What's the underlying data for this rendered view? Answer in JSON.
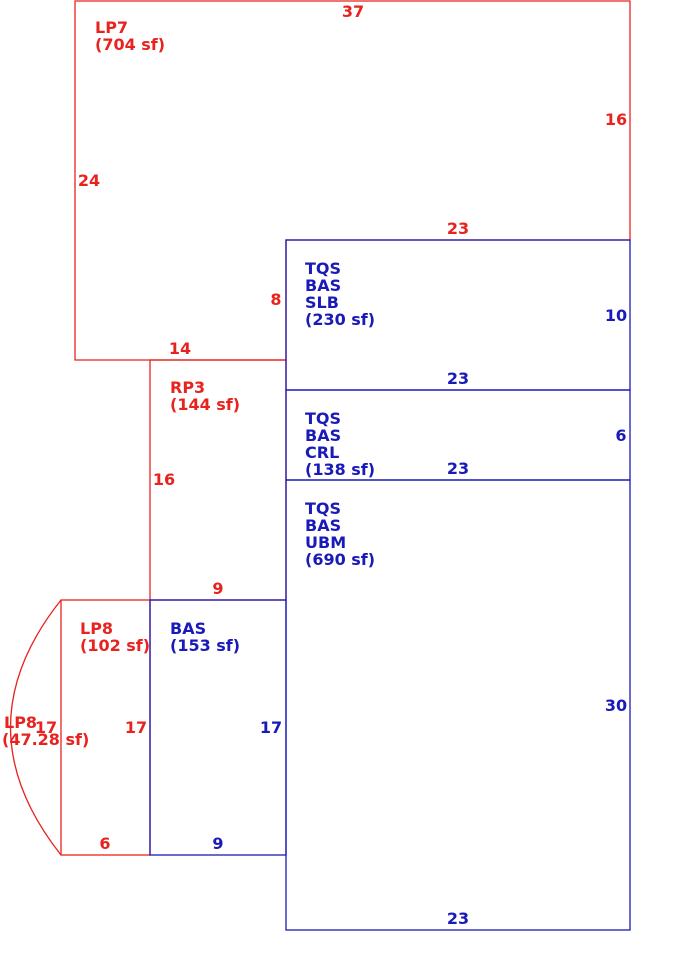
{
  "colors": {
    "red": "#e8231f",
    "blue": "#1a1ab8"
  },
  "areas": {
    "lp7": {
      "name": "LP7",
      "area": "(704 sf)"
    },
    "rp3": {
      "name": "RP3",
      "area": "(144 sf)"
    },
    "lp8": {
      "name": "LP8",
      "area": "(102 sf)"
    },
    "lp8_arc": {
      "name": "LP8",
      "area": "(47.28 sf)"
    },
    "bas": {
      "name": "BAS",
      "area": "(153 sf)"
    },
    "slb": {
      "line1": "TQS",
      "line2": "BAS",
      "line3": "SLB",
      "area": "(230 sf)"
    },
    "crl": {
      "line1": "TQS",
      "line2": "BAS",
      "line3": "CRL",
      "area": "(138 sf)"
    },
    "ubm": {
      "line1": "TQS",
      "line2": "BAS",
      "line3": "UBM",
      "area": "(690 sf)"
    }
  },
  "dims": {
    "lp7_top": "37",
    "lp7_right": "16",
    "lp7_left": "24",
    "lp7_inner_top": "23",
    "lp7_inner_left": "8",
    "lp7_bottom": "14",
    "rp3_left": "16",
    "rp3_bottom": "9",
    "slb_right": "10",
    "slb_bottom": "23",
    "crl_right": "6",
    "crl_bottom": "23",
    "ubm_right": "30",
    "ubm_bottom": "23",
    "lp8_right": "17",
    "lp8_bottom": "6",
    "lp8_arc": "17",
    "bas_right": "17",
    "bas_bottom": "9"
  }
}
